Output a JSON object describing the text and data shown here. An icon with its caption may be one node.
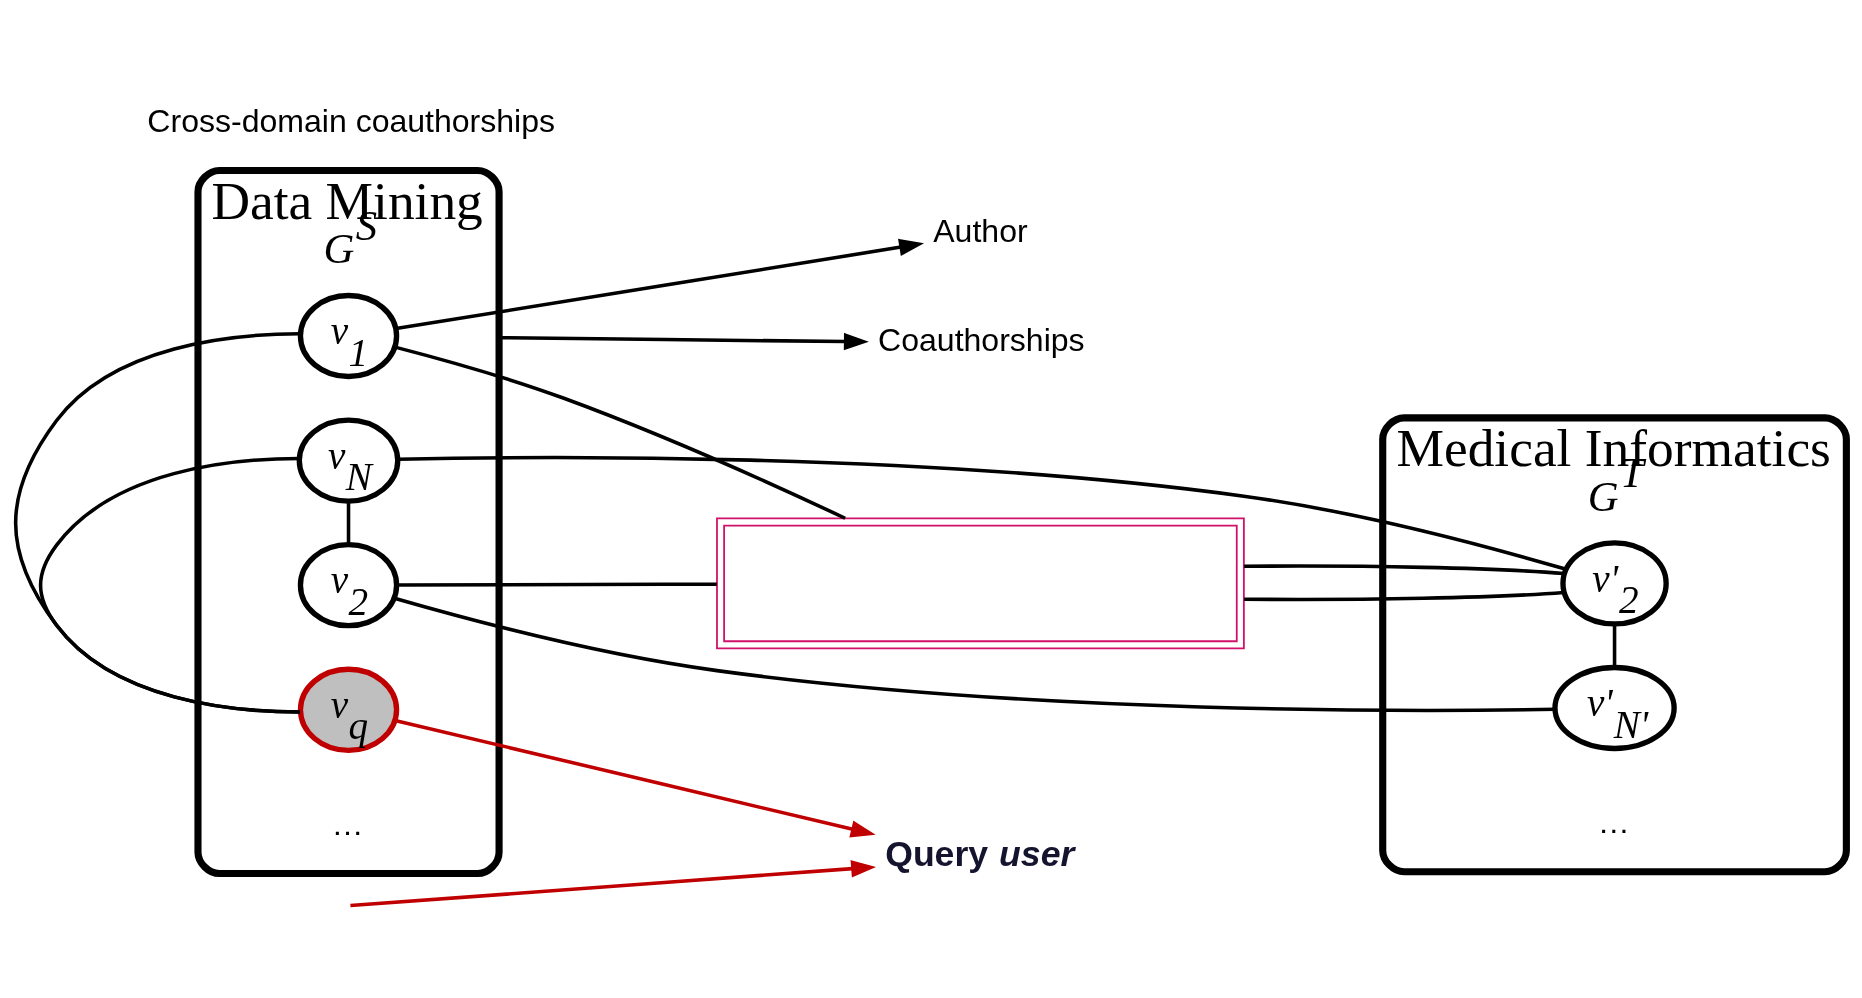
{
  "diagram": {
    "nodes": [
      {
        "text": [
          "Data Mining",
          "G$^{S}$"
        ]
      },
      {
        "text": [
          "v$_{1}$"
        ],
        "in": 0
      },
      {
        "text": [
          "v$_{2}$"
        ],
        "in": 0
      },
      {
        "text": [
          "v$_{N}$"
        ],
        "in": 0
      },
      {
        "text": [
          "v$_{q}$"
        ],
        "in": 0
      },
      {
        "text": [
          "Medical Informatics",
          "G$^{T}$"
        ]
      },
      {
        "text": [
          "v'$_{2}$"
        ],
        "in": 5
      },
      {
        "text": [
          "v'$_{N'}$"
        ],
        "in": 5
      },
      {
        "text": [
          "Author"
        ]
      },
      {
        "text": [
          "Coauthorships"
        ]
      },
      {
        "text": [
          "Query *user*"
        ]
      },
      {
        "text": [],
        "shape": "box"
      }
    ],
    "edges": [
      {
        "from": 1,
        "to": 8,
        "arrow": "to"
      },
      {
        "from": 0,
        "to": 9,
        "arrow": "to"
      },
      {
        "from": 1,
        "to": 4,
        "arrow": "none"
      },
      {
        "from": 2,
        "to": 3,
        "arrow": "none"
      },
      {
        "from": 3,
        "to": 4,
        "arrow": "none"
      },
      {
        "from": 1,
        "to": 11,
        "arrow": "none"
      },
      {
        "from": 2,
        "to": 11,
        "arrow": "none"
      },
      {
        "from": 2,
        "to": 7,
        "arrow": "none"
      },
      {
        "from": 3,
        "to": 6,
        "arrow": "none"
      },
      {
        "from": 11,
        "to": 6,
        "arrow": "none"
      },
      {
        "from": 11,
        "to": 6,
        "arrow": "none"
      },
      {
        "from": 6,
        "to": 7,
        "arrow": "none"
      },
      {
        "from": 4,
        "to": 10,
        "arrow": "to",
        "color": "#c00000"
      },
      {
        "from": null,
        "to": 10,
        "arrow": "to",
        "color": "#c00000"
      }
    ],
    "labels": [
      "Cross-domain coauthorships",
      "…",
      "…"
    ]
  }
}
